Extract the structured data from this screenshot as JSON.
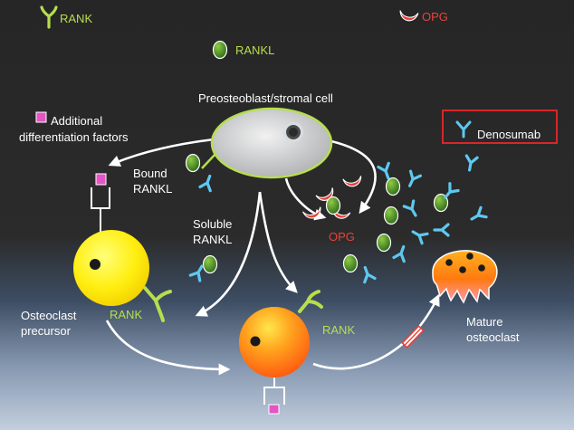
{
  "legend": {
    "rank": "RANK",
    "opg": "OPG",
    "rankl": "RANKL",
    "additional": "Additional",
    "differentiation": "differentiation factors",
    "denosumab": "Denosumab"
  },
  "labels": {
    "preosteoblast": "Preosteoblast/stromal cell",
    "bound_line1": "Bound",
    "bound_line2": "RANKL",
    "soluble_line1": "Soluble",
    "soluble_line2": "RANKL",
    "opg": "OPG",
    "precursor_line1": "Osteoclast",
    "precursor_line2": "precursor",
    "rank_precursor": "RANK",
    "rank_middle": "RANK",
    "mature_line1": "Mature",
    "mature_line2": "osteoclast"
  },
  "colors": {
    "rank": "#b7de4f",
    "opg": "#e8433a",
    "rankl": "#3f7a24",
    "antibody": "#5ec8f0",
    "factor": "#e455c4",
    "precursor": "#ffee10",
    "outline_box": "#d8262a"
  },
  "icons": [
    "rank-receptor-icon",
    "opg-icon",
    "rankl-icon",
    "factor-square-icon",
    "denosumab-antibody-icon"
  ]
}
